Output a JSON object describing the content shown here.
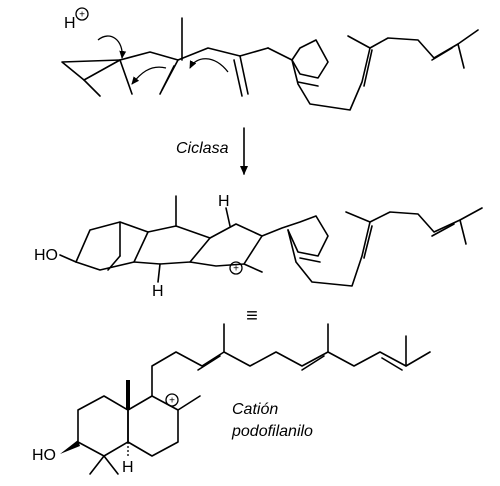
{
  "reactant": {
    "proton_label": "H",
    "proton_charge": "+"
  },
  "reaction_arrow": {
    "label": "Ciclasa"
  },
  "intermediate": {
    "hydroxyl_label": "HO",
    "h_top_label": "H",
    "h_bottom_label": "H",
    "charge": "+"
  },
  "equivalence_symbol": "≡",
  "product": {
    "hydroxyl_label": "HO",
    "h_label": "H",
    "charge": "+",
    "name_line1": "Catión",
    "name_line2": "podofilanilo"
  }
}
